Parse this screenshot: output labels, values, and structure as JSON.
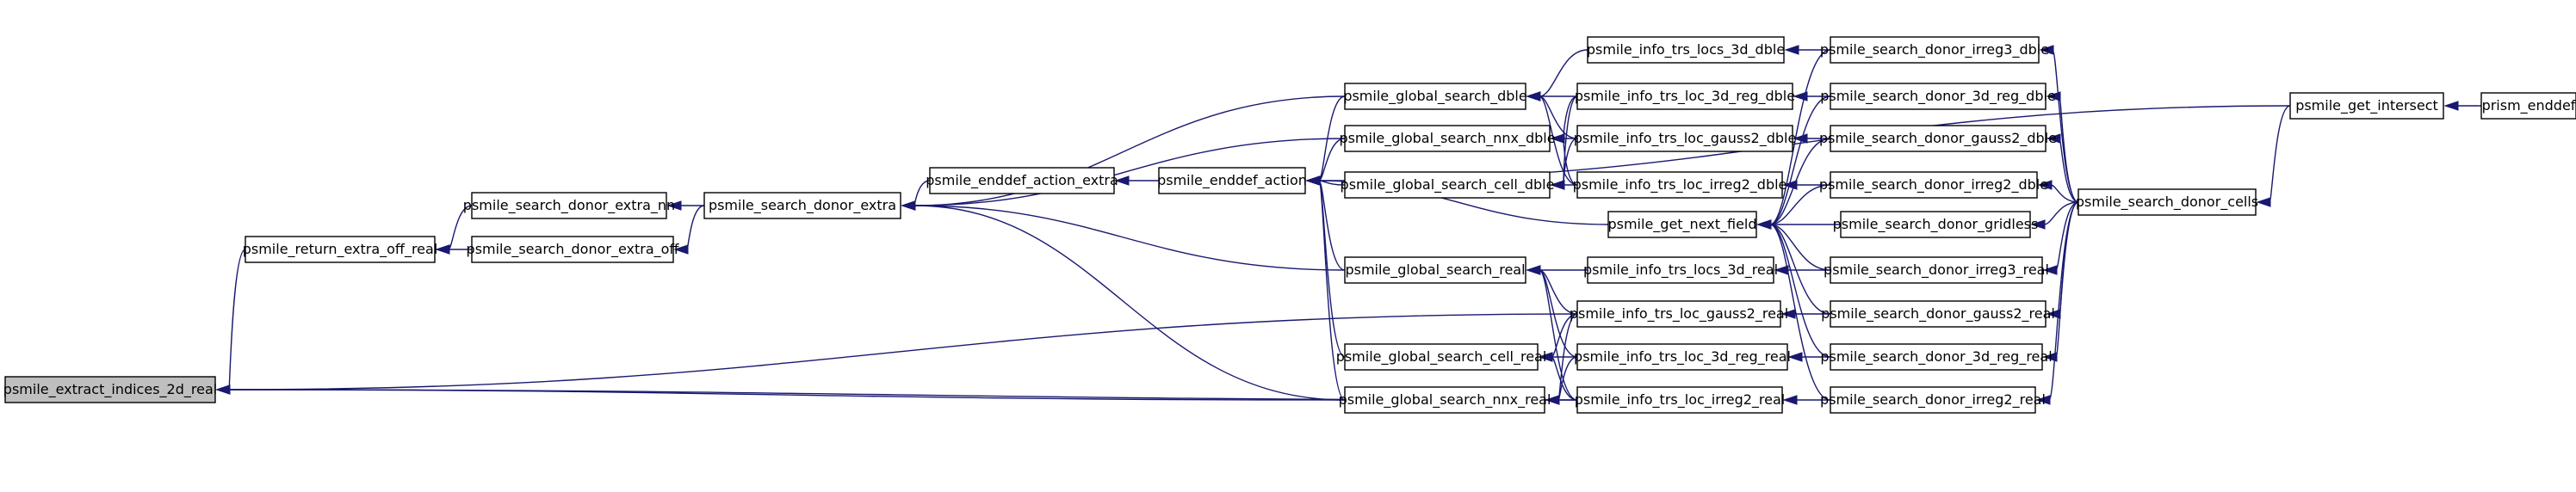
{
  "graph": {
    "edge_color": "#191970",
    "root_fill": "#bfbfbf",
    "nodes": [
      {
        "id": "n0",
        "label": "psmile_extract_indices_2d_real",
        "root": true
      },
      {
        "id": "n1",
        "label": "psmile_return_extra_off_real"
      },
      {
        "id": "n2",
        "label": "psmile_search_donor_extra_nn"
      },
      {
        "id": "n3",
        "label": "psmile_search_donor_extra_off"
      },
      {
        "id": "n4",
        "label": "psmile_search_donor_extra"
      },
      {
        "id": "n5",
        "label": "psmile_enddef_action_extra"
      },
      {
        "id": "n6",
        "label": "psmile_enddef_action"
      },
      {
        "id": "n7",
        "label": "psmile_global_search_dble"
      },
      {
        "id": "n8",
        "label": "psmile_global_search_nnx_dble"
      },
      {
        "id": "n9",
        "label": "psmile_global_search_cell_dble"
      },
      {
        "id": "n10",
        "label": "psmile_global_search_real"
      },
      {
        "id": "n11",
        "label": "psmile_global_search_cell_real"
      },
      {
        "id": "n12",
        "label": "psmile_global_search_nnx_real"
      },
      {
        "id": "n13",
        "label": "psmile_info_trs_locs_3d_dble"
      },
      {
        "id": "n14",
        "label": "psmile_info_trs_loc_3d_reg_dble"
      },
      {
        "id": "n15",
        "label": "psmile_info_trs_loc_gauss2_dble"
      },
      {
        "id": "n16",
        "label": "psmile_info_trs_loc_irreg2_dble"
      },
      {
        "id": "n17",
        "label": "psmile_get_next_field"
      },
      {
        "id": "n18",
        "label": "psmile_info_trs_locs_3d_real"
      },
      {
        "id": "n19",
        "label": "psmile_info_trs_loc_gauss2_real"
      },
      {
        "id": "n20",
        "label": "psmile_info_trs_loc_3d_reg_real"
      },
      {
        "id": "n21",
        "label": "psmile_info_trs_loc_irreg2_real"
      },
      {
        "id": "n22",
        "label": "psmile_search_donor_irreg3_dble"
      },
      {
        "id": "n23",
        "label": "psmile_search_donor_3d_reg_dble"
      },
      {
        "id": "n24",
        "label": "psmile_search_donor_gauss2_dble"
      },
      {
        "id": "n25",
        "label": "psmile_search_donor_irreg2_dble"
      },
      {
        "id": "n26",
        "label": "psmile_search_donor_gridless"
      },
      {
        "id": "n27",
        "label": "psmile_search_donor_irreg3_real"
      },
      {
        "id": "n28",
        "label": "psmile_search_donor_gauss2_real"
      },
      {
        "id": "n29",
        "label": "psmile_search_donor_3d_reg_real"
      },
      {
        "id": "n30",
        "label": "psmile_search_donor_irreg2_real"
      },
      {
        "id": "n31",
        "label": "psmile_search_donor_cells"
      },
      {
        "id": "n32",
        "label": "psmile_get_intersect"
      },
      {
        "id": "n33",
        "label": "prism_enddef"
      }
    ],
    "edges": [
      [
        "n1",
        "n0"
      ],
      [
        "n19",
        "n0"
      ],
      [
        "n12",
        "n0"
      ],
      [
        "n21",
        "n0"
      ],
      [
        "n2",
        "n1"
      ],
      [
        "n3",
        "n1"
      ],
      [
        "n4",
        "n2"
      ],
      [
        "n4",
        "n3"
      ],
      [
        "n5",
        "n4"
      ],
      [
        "n7",
        "n4"
      ],
      [
        "n8",
        "n4"
      ],
      [
        "n10",
        "n4"
      ],
      [
        "n12",
        "n4"
      ],
      [
        "n6",
        "n5"
      ],
      [
        "n32",
        "n6"
      ],
      [
        "n7",
        "n6"
      ],
      [
        "n8",
        "n6"
      ],
      [
        "n9",
        "n6"
      ],
      [
        "n17",
        "n6"
      ],
      [
        "n10",
        "n6"
      ],
      [
        "n11",
        "n6"
      ],
      [
        "n12",
        "n6"
      ],
      [
        "n13",
        "n7"
      ],
      [
        "n14",
        "n7"
      ],
      [
        "n15",
        "n7"
      ],
      [
        "n16",
        "n7"
      ],
      [
        "n14",
        "n8"
      ],
      [
        "n15",
        "n8"
      ],
      [
        "n16",
        "n8"
      ],
      [
        "n14",
        "n9"
      ],
      [
        "n15",
        "n9"
      ],
      [
        "n16",
        "n9"
      ],
      [
        "n18",
        "n10"
      ],
      [
        "n19",
        "n10"
      ],
      [
        "n20",
        "n10"
      ],
      [
        "n21",
        "n10"
      ],
      [
        "n19",
        "n11"
      ],
      [
        "n20",
        "n11"
      ],
      [
        "n21",
        "n11"
      ],
      [
        "n19",
        "n12"
      ],
      [
        "n20",
        "n12"
      ],
      [
        "n21",
        "n12"
      ],
      [
        "n22",
        "n13"
      ],
      [
        "n23",
        "n14"
      ],
      [
        "n24",
        "n15"
      ],
      [
        "n25",
        "n16"
      ],
      [
        "n27",
        "n18"
      ],
      [
        "n28",
        "n19"
      ],
      [
        "n29",
        "n20"
      ],
      [
        "n30",
        "n21"
      ],
      [
        "n22",
        "n17"
      ],
      [
        "n23",
        "n17"
      ],
      [
        "n24",
        "n17"
      ],
      [
        "n25",
        "n17"
      ],
      [
        "n26",
        "n17"
      ],
      [
        "n27",
        "n17"
      ],
      [
        "n28",
        "n17"
      ],
      [
        "n29",
        "n17"
      ],
      [
        "n30",
        "n17"
      ],
      [
        "n31",
        "n22"
      ],
      [
        "n31",
        "n23"
      ],
      [
        "n31",
        "n24"
      ],
      [
        "n31",
        "n25"
      ],
      [
        "n31",
        "n26"
      ],
      [
        "n31",
        "n27"
      ],
      [
        "n31",
        "n28"
      ],
      [
        "n31",
        "n29"
      ],
      [
        "n31",
        "n30"
      ],
      [
        "n32",
        "n31"
      ],
      [
        "n33",
        "n32"
      ]
    ]
  }
}
